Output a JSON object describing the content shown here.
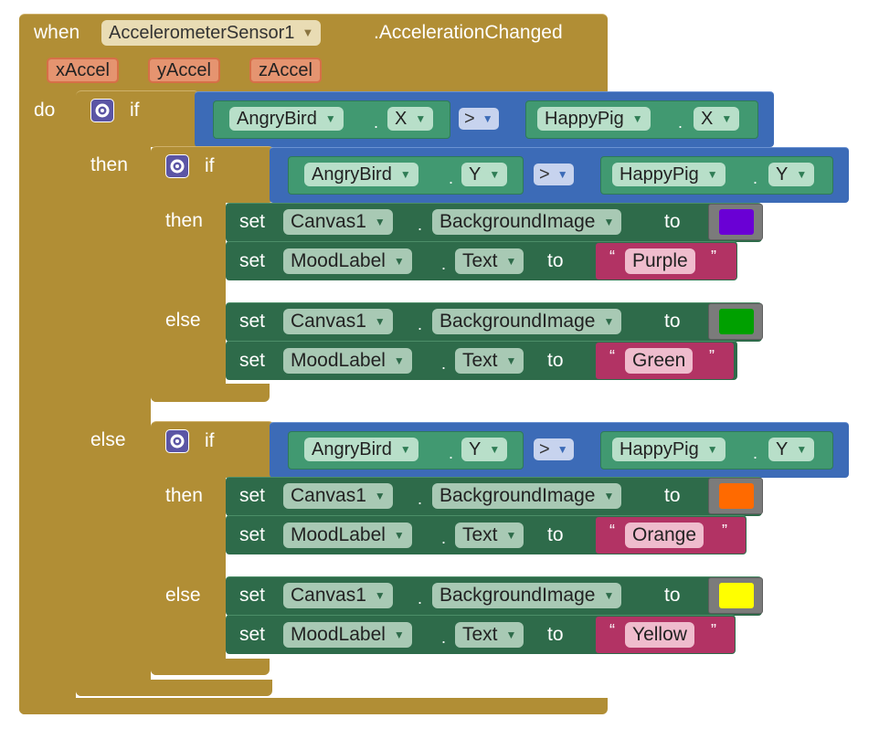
{
  "event": {
    "when": "when",
    "component": "AccelerometerSensor1",
    "event_name": ".AccelerationChanged",
    "params": [
      "xAccel",
      "yAccel",
      "zAccel"
    ],
    "do": "do"
  },
  "kw": {
    "if": "if",
    "then": "then",
    "else": "else",
    "set": "set",
    "to": "to",
    "dot": ".",
    "gt": ">"
  },
  "if1": {
    "left": {
      "comp": "AngryBird",
      "prop": "X"
    },
    "right": {
      "comp": "HappyPig",
      "prop": "X"
    }
  },
  "if2": {
    "left": {
      "comp": "AngryBird",
      "prop": "Y"
    },
    "right": {
      "comp": "HappyPig",
      "prop": "Y"
    }
  },
  "if3": {
    "left": {
      "comp": "AngryBird",
      "prop": "Y"
    },
    "right": {
      "comp": "HappyPig",
      "prop": "Y"
    }
  },
  "setters": [
    {
      "comp": "Canvas1",
      "prop": "BackgroundImage",
      "color": "#6a00d5"
    },
    {
      "comp": "MoodLabel",
      "prop": "Text",
      "text": "Purple"
    },
    {
      "comp": "Canvas1",
      "prop": "BackgroundImage",
      "color": "#00a000"
    },
    {
      "comp": "MoodLabel",
      "prop": "Text",
      "text": "Green"
    },
    {
      "comp": "Canvas1",
      "prop": "BackgroundImage",
      "color": "#ff6a00"
    },
    {
      "comp": "MoodLabel",
      "prop": "Text",
      "text": "Orange"
    },
    {
      "comp": "Canvas1",
      "prop": "BackgroundImage",
      "color": "#ffff00"
    },
    {
      "comp": "MoodLabel",
      "prop": "Text",
      "text": "Yellow"
    }
  ],
  "quotes": {
    "open": "“",
    "close": "”"
  },
  "icons": {
    "dropdown": "triangle-down",
    "mutator": "gear"
  }
}
